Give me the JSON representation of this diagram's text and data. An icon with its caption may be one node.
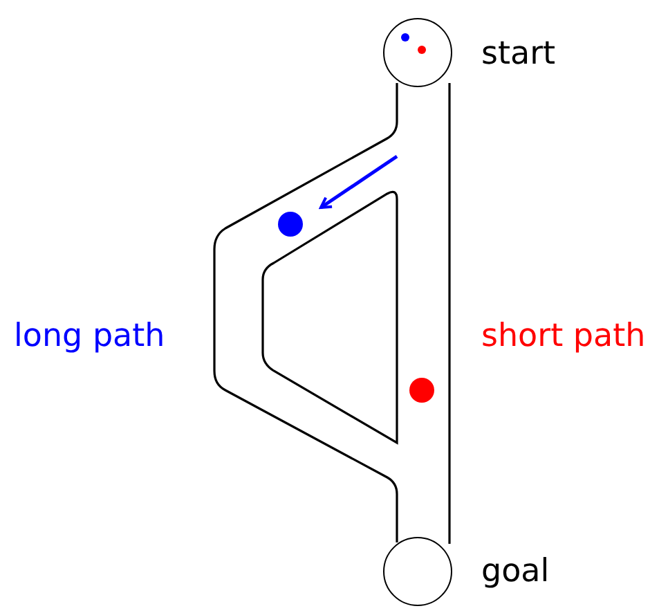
{
  "diagram": {
    "nodes": [
      {
        "text": [],
        "shape": "circle",
        "beside": [
          "start"
        ]
      },
      {
        "text": [],
        "shape": "circle",
        "beside": [
          "goal"
        ]
      }
    ],
    "labels": [
      "long path",
      "short path"
    ]
  }
}
